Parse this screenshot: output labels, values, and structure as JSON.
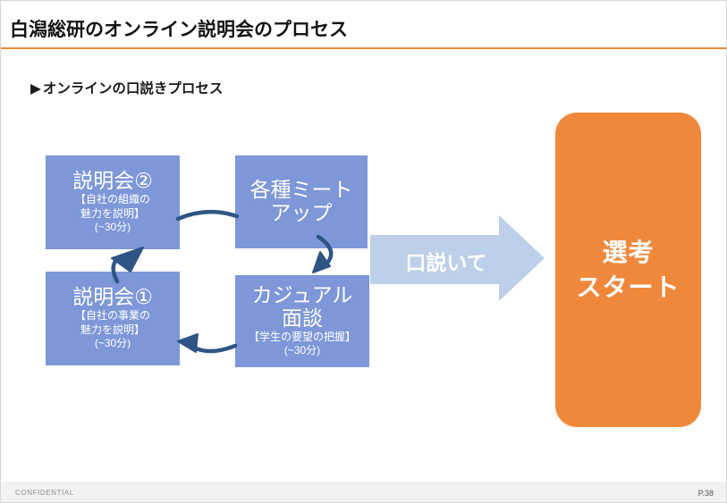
{
  "slide": {
    "title": "白潟総研のオンライン説明会のプロセス",
    "subtitle_bullet": "▶",
    "subtitle": "オンラインの口説きプロセス",
    "footer": {
      "left": "CONFIDENTIAL",
      "right": "P.38"
    }
  },
  "colors": {
    "accent_orange": "#ED8C33",
    "box_blue": "#7D97D8",
    "arrow_navy": "#2E5584",
    "big_arrow_blue": "#BDCFE9",
    "goal_orange": "#F0883C"
  },
  "diagram": {
    "boxes": {
      "seminar2": {
        "title": "説明会②",
        "sub1": "【自社の組織の",
        "sub2": "魅力を説明】",
        "sub3": "(~30分)"
      },
      "meetup": {
        "title1": "各種ミート",
        "title2": "アップ"
      },
      "seminar1": {
        "title": "説明会①",
        "sub1": "【自社の事業の",
        "sub2": "魅力を説明】",
        "sub3": "(~30分)"
      },
      "casual": {
        "title1": "カジュアル",
        "title2": "面談",
        "sub1": "【学生の要望の把握】",
        "sub2": "(~30分)"
      }
    },
    "big_arrow_label": "口説いて",
    "goal": {
      "line1": "選考",
      "line2": "スタート"
    }
  }
}
